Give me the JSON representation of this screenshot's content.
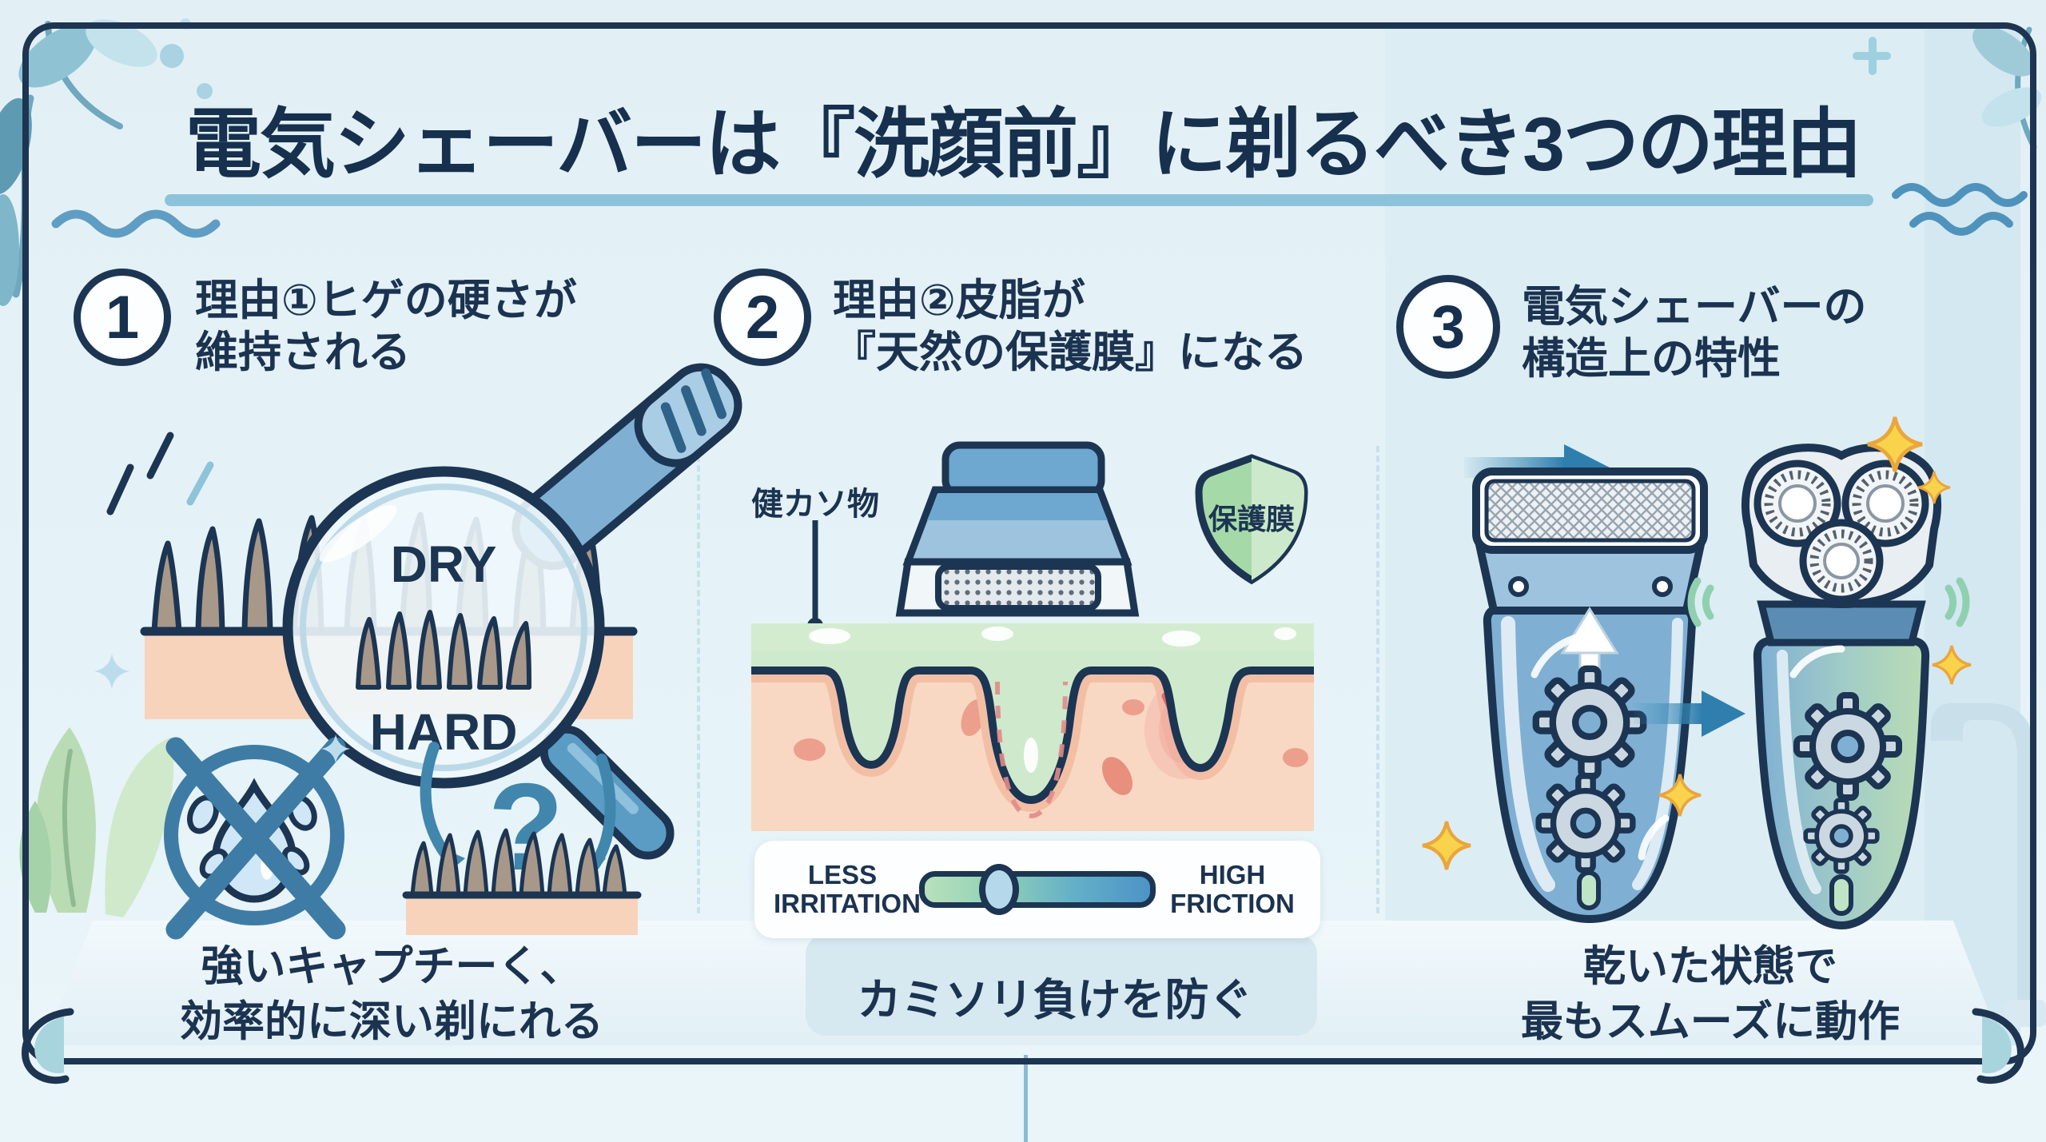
{
  "infographic": {
    "title": "電気シェーバーは『洗顔前』に剃るべき3つの理由",
    "sections": [
      {
        "number": "1",
        "heading_line1": "理由①ヒゲの硬さが",
        "heading_line2": "維持される",
        "magnifier_label_top": "DRY",
        "magnifier_label_bottom": "HARD",
        "question_mark": "?",
        "caption_line1": "強いキャプチーく、",
        "caption_line2": "効率的に深い剃にれる"
      },
      {
        "number": "2",
        "heading_line1": "理由②皮脂が",
        "heading_line2": "『天然の保護膜』になる",
        "diagram_label": "健カソ物",
        "shield_label": "保護膜",
        "slider": {
          "left_line1": "LESS",
          "left_line2": "IRRITATION",
          "right_line1": "HIGH",
          "right_line2": "FRICTION",
          "knob_position_percent": 33
        },
        "caption": "カミソリ負けを防ぐ"
      },
      {
        "number": "3",
        "heading_line1": "電気シェーバーの",
        "heading_line2": "構造上の特性",
        "caption_line1": "乾いた状態で",
        "caption_line2": "最もスムーズに動作"
      }
    ],
    "colors": {
      "background": "#e4f1f7",
      "frame_navy": "#1d3551",
      "text_navy": "#1b3350",
      "title_underline": "#8cc3da",
      "skin_peach": "#f8d3bc",
      "film_green": "#cfe9cc",
      "shield_green": "#a6d9a8",
      "slider_green": "#9ed6a8",
      "slider_blue": "#4e93c6",
      "arrow_blue": "#3d8fb8",
      "sparkle_yellow": "#f9d34c"
    }
  }
}
